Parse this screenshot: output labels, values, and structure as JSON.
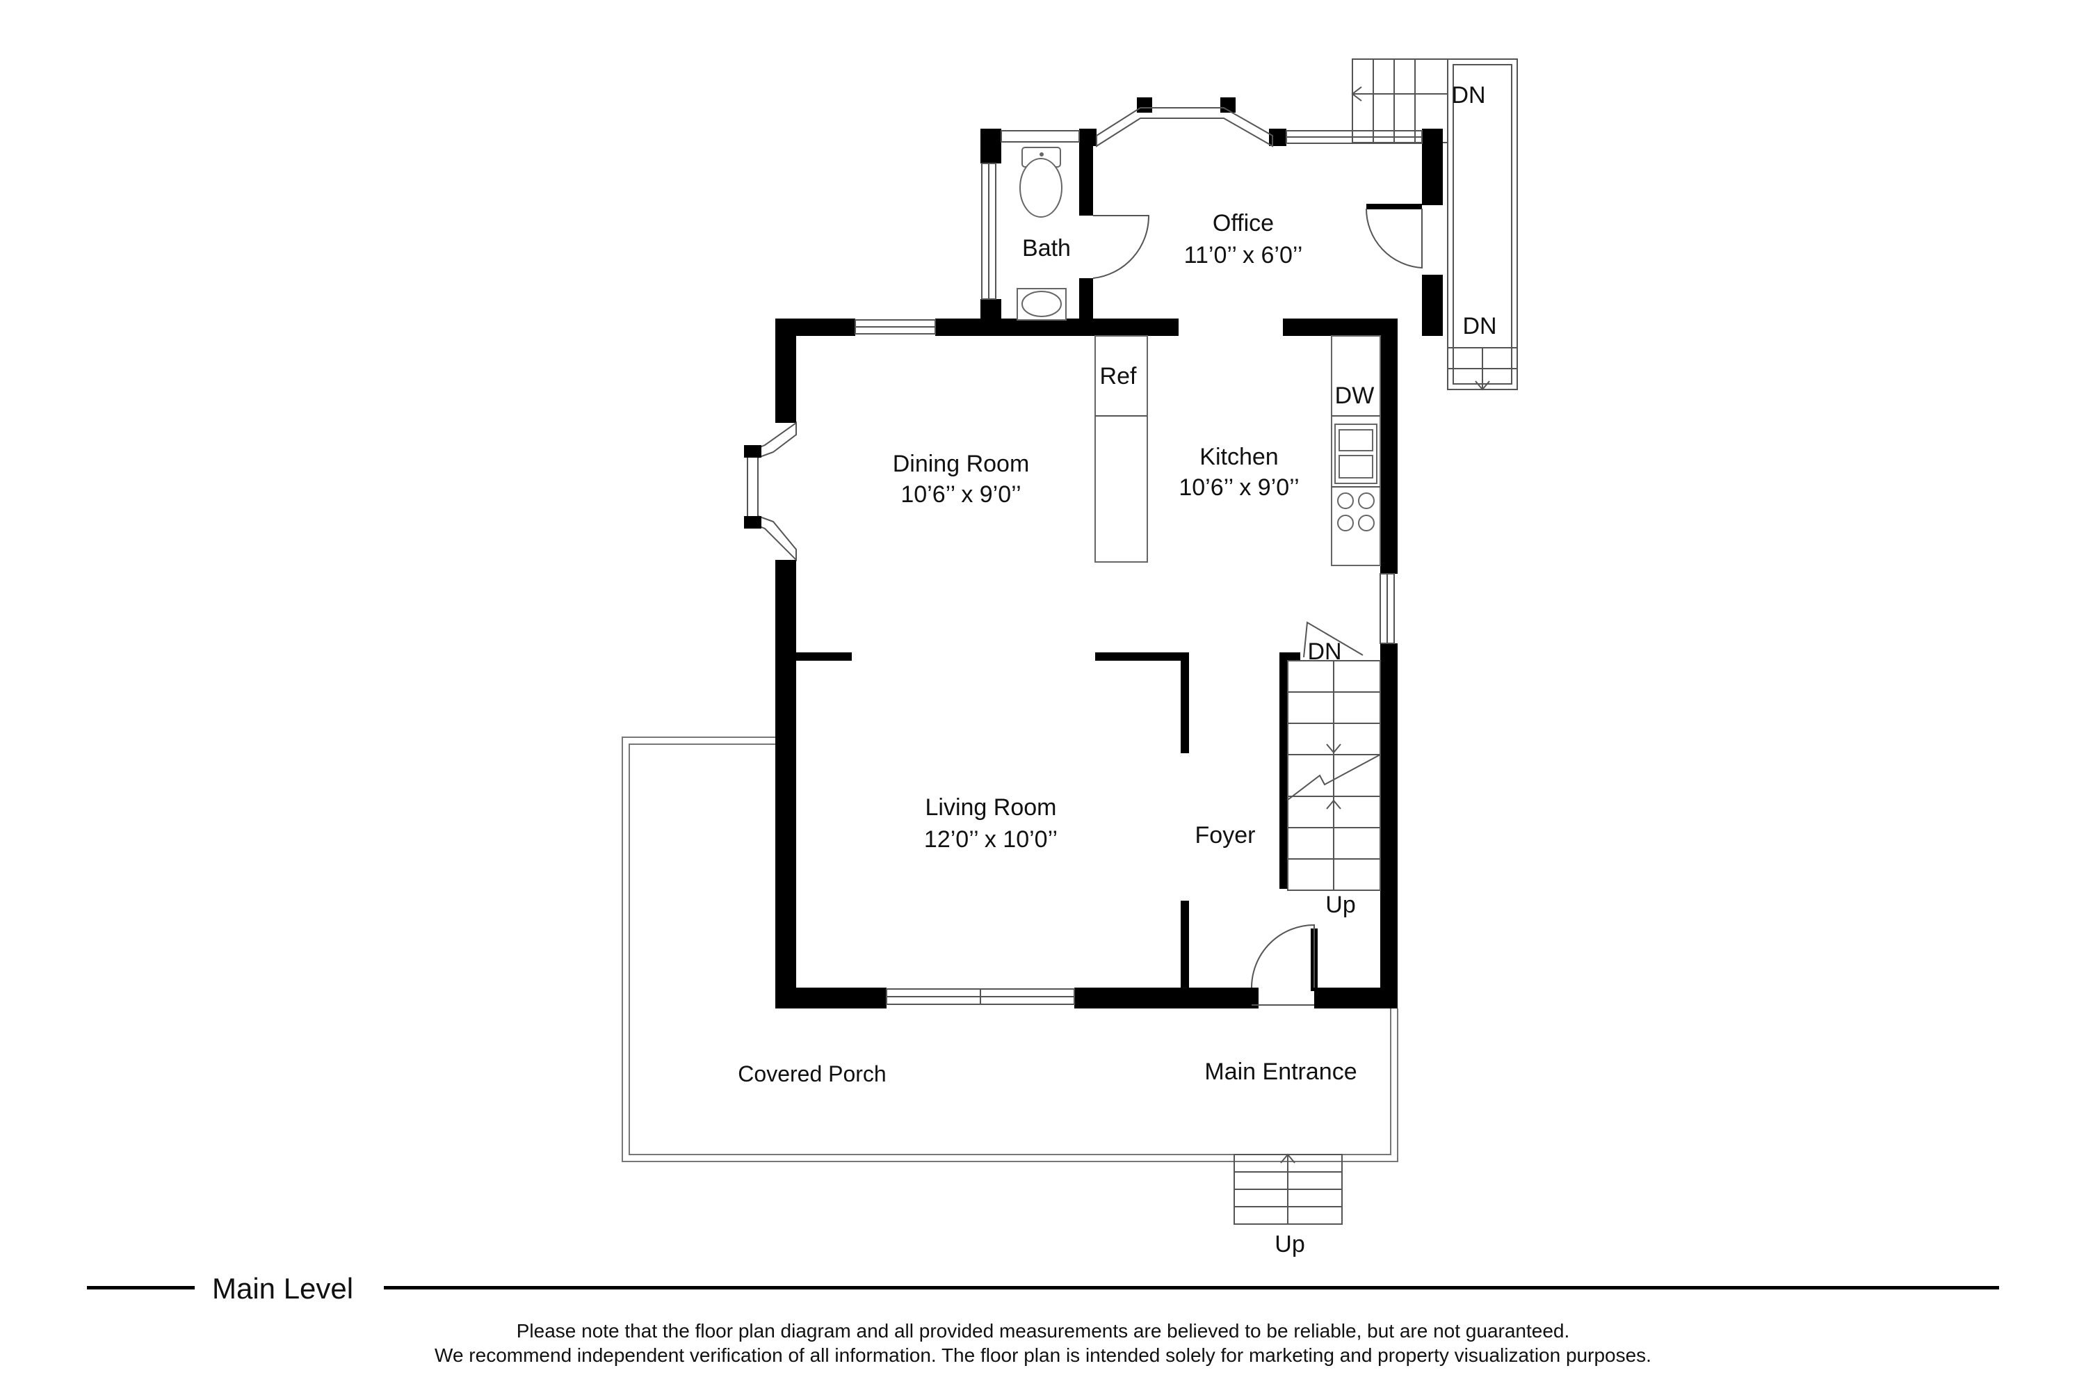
{
  "rooms": {
    "office": {
      "name": "Office",
      "dims": "11’0’’ x 6’0’’"
    },
    "bath": {
      "name": "Bath"
    },
    "dining": {
      "name": "Dining Room",
      "dims": "10’6’’ x 9’0’’"
    },
    "kitchen": {
      "name": "Kitchen",
      "dims": "10’6’’ x 9’0’’"
    },
    "living": {
      "name": "Living Room",
      "dims": "12’0’’ x 10’0’’"
    },
    "foyer": {
      "name": "Foyer"
    },
    "porch": {
      "name": "Covered Porch"
    },
    "entrance": {
      "name": "Main Entrance"
    }
  },
  "fixtures": {
    "ref": "Ref",
    "dw": "DW"
  },
  "stairs": {
    "back_top": "DN",
    "back_bottom": "DN",
    "basement": "DN",
    "interior_up": "Up",
    "porch_up": "Up"
  },
  "footer": {
    "level_title": "Main Level",
    "note_line1": "Please note that the floor plan diagram and all provided measurements are believed to be reliable, but are not guaranteed.",
    "note_line2": "We recommend independent verification of all information. The floor plan is intended solely for marketing and property visualization purposes."
  },
  "colors": {
    "wall": "#000000",
    "thin_line": "#777777",
    "background": "#ffffff"
  }
}
